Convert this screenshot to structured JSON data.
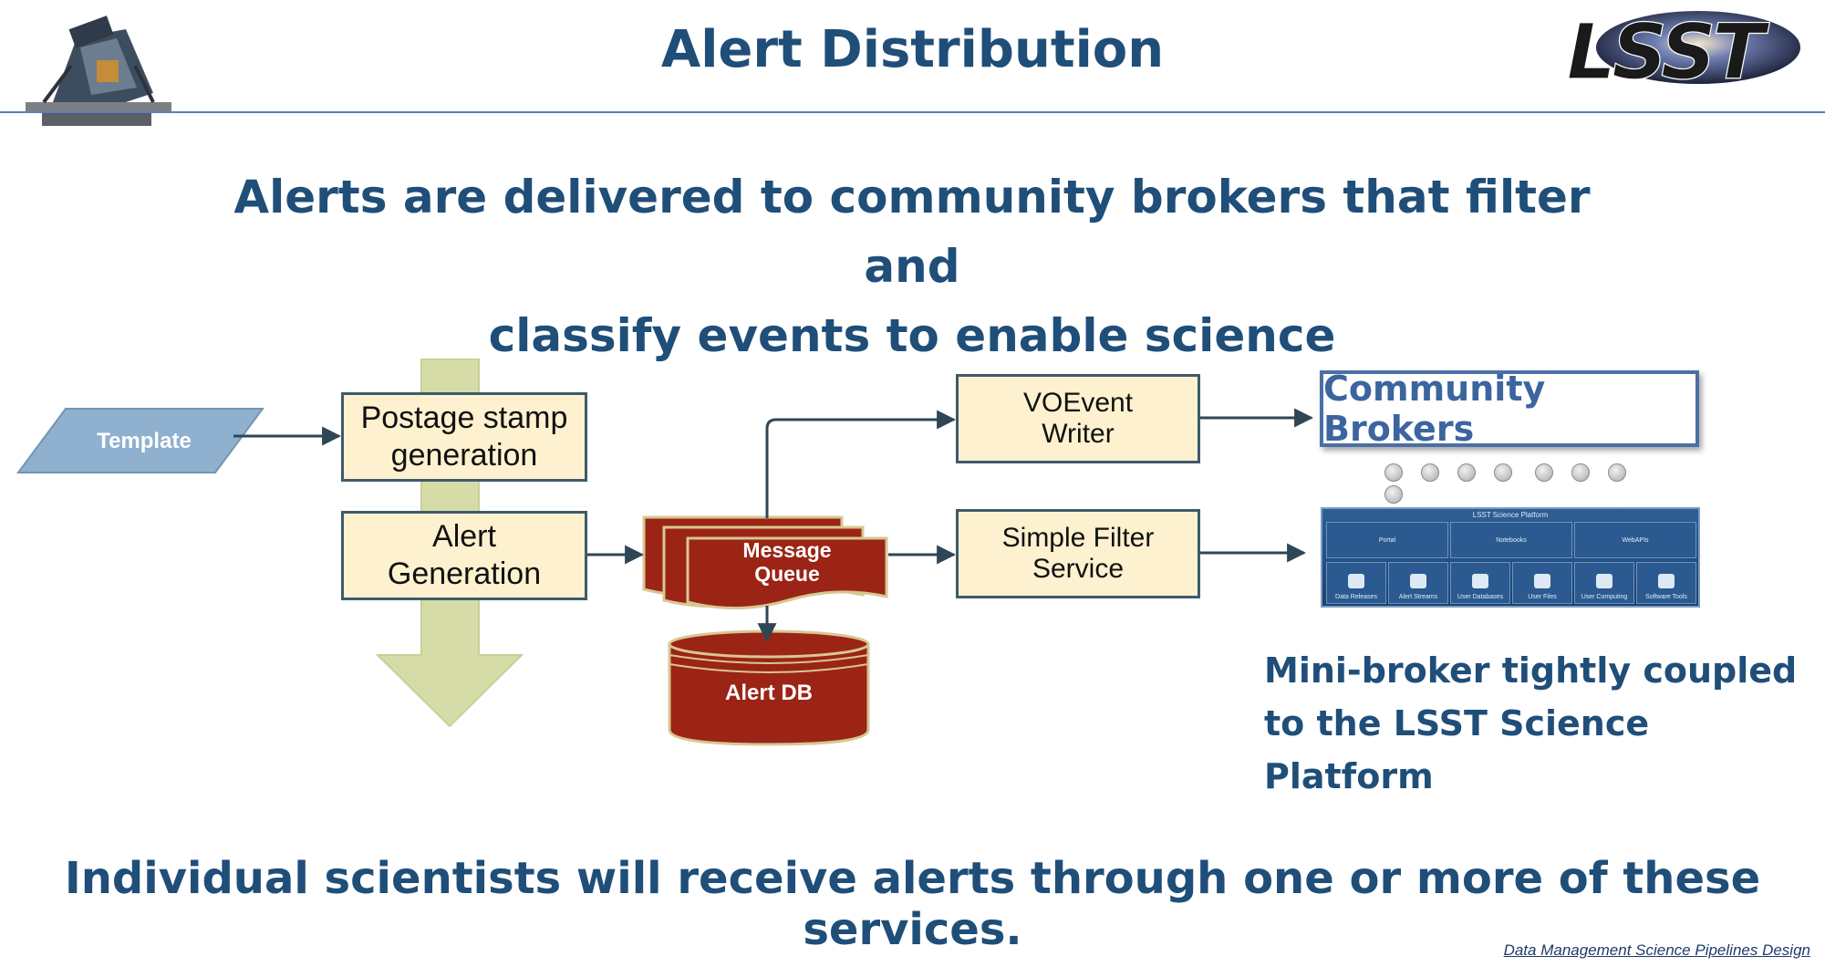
{
  "header": {
    "title": "Alert Distribution"
  },
  "headline": {
    "line1": "Alerts are delivered to community brokers that filter and",
    "line2": "classify events to enable science"
  },
  "diagram": {
    "template_label": "Template",
    "postage_line1": "Postage stamp",
    "postage_line2": "generation",
    "alert_gen_line1": "Alert",
    "alert_gen_line2": "Generation",
    "mq_line1": "Message",
    "mq_line2": "Queue",
    "alertdb_label": "Alert DB",
    "voevent_line1": "VOEvent",
    "voevent_line2": "Writer",
    "filter_line1": "Simple Filter",
    "filter_line2": "Service",
    "brokers_label": "Community Brokers"
  },
  "platform": {
    "title": "LSST Science Platform",
    "top": [
      "Portal",
      "Notebooks",
      "WebAPIs"
    ],
    "bottom": [
      "Data Releases",
      "Alert Streams",
      "User Databases",
      "User Files",
      "User Computing",
      "Software Tools"
    ]
  },
  "mini_broker": {
    "line1": "Mini-broker tightly coupled",
    "line2": "to the LSST Science Platform"
  },
  "footer": {
    "statement": "Individual scientists will receive alerts through one or more of these services.",
    "credit": "Data Management Science Pipelines Design"
  },
  "colors": {
    "navy": "#1f4e79",
    "box_fill": "#fdf1cf",
    "message_queue": "#9b2416",
    "template_fill": "#8fb0cf",
    "arrow_fill": "#d6dca7"
  },
  "icons": {
    "telescope_logo": "telescope-icon",
    "lsst_logo": "lsst-logo"
  }
}
